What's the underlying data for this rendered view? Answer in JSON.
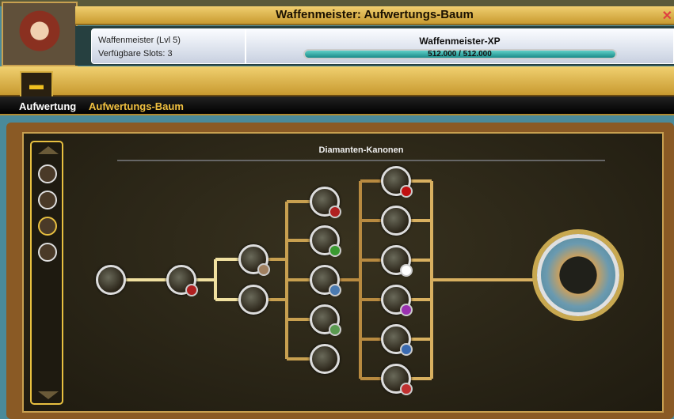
{
  "window": {
    "title": "Waffenmeister: Aufwertungs-Baum",
    "close_icon": "close-icon"
  },
  "info": {
    "name_level": "Waffenmeister (Lvl 5)",
    "slots": "Verfügbare Slots: 3"
  },
  "xp": {
    "title": "Waffenmeister-XP",
    "value": "512.000 / 512.000",
    "progress": 1.0
  },
  "tabs": {
    "sub": [
      "Aufwertung",
      "Aufwertungs-Baum"
    ],
    "active": 1
  },
  "tree": {
    "heading": "Diamanten-Kanonen",
    "badges": {
      "n1": "#b02020",
      "n2a": "#a08060",
      "n3a": "#b02020",
      "n3b": "#3a9a30",
      "n3c": "#4a7ab0",
      "n3d": "#5a9a50",
      "n4a": "#c01010",
      "n4c": "#ffffff",
      "n4d": "#9a30b0",
      "n4e": "#3a6ab0",
      "n4f": "#c03030"
    }
  },
  "colors": {
    "accent": "#f0c040",
    "line": "#f0e0a0"
  }
}
